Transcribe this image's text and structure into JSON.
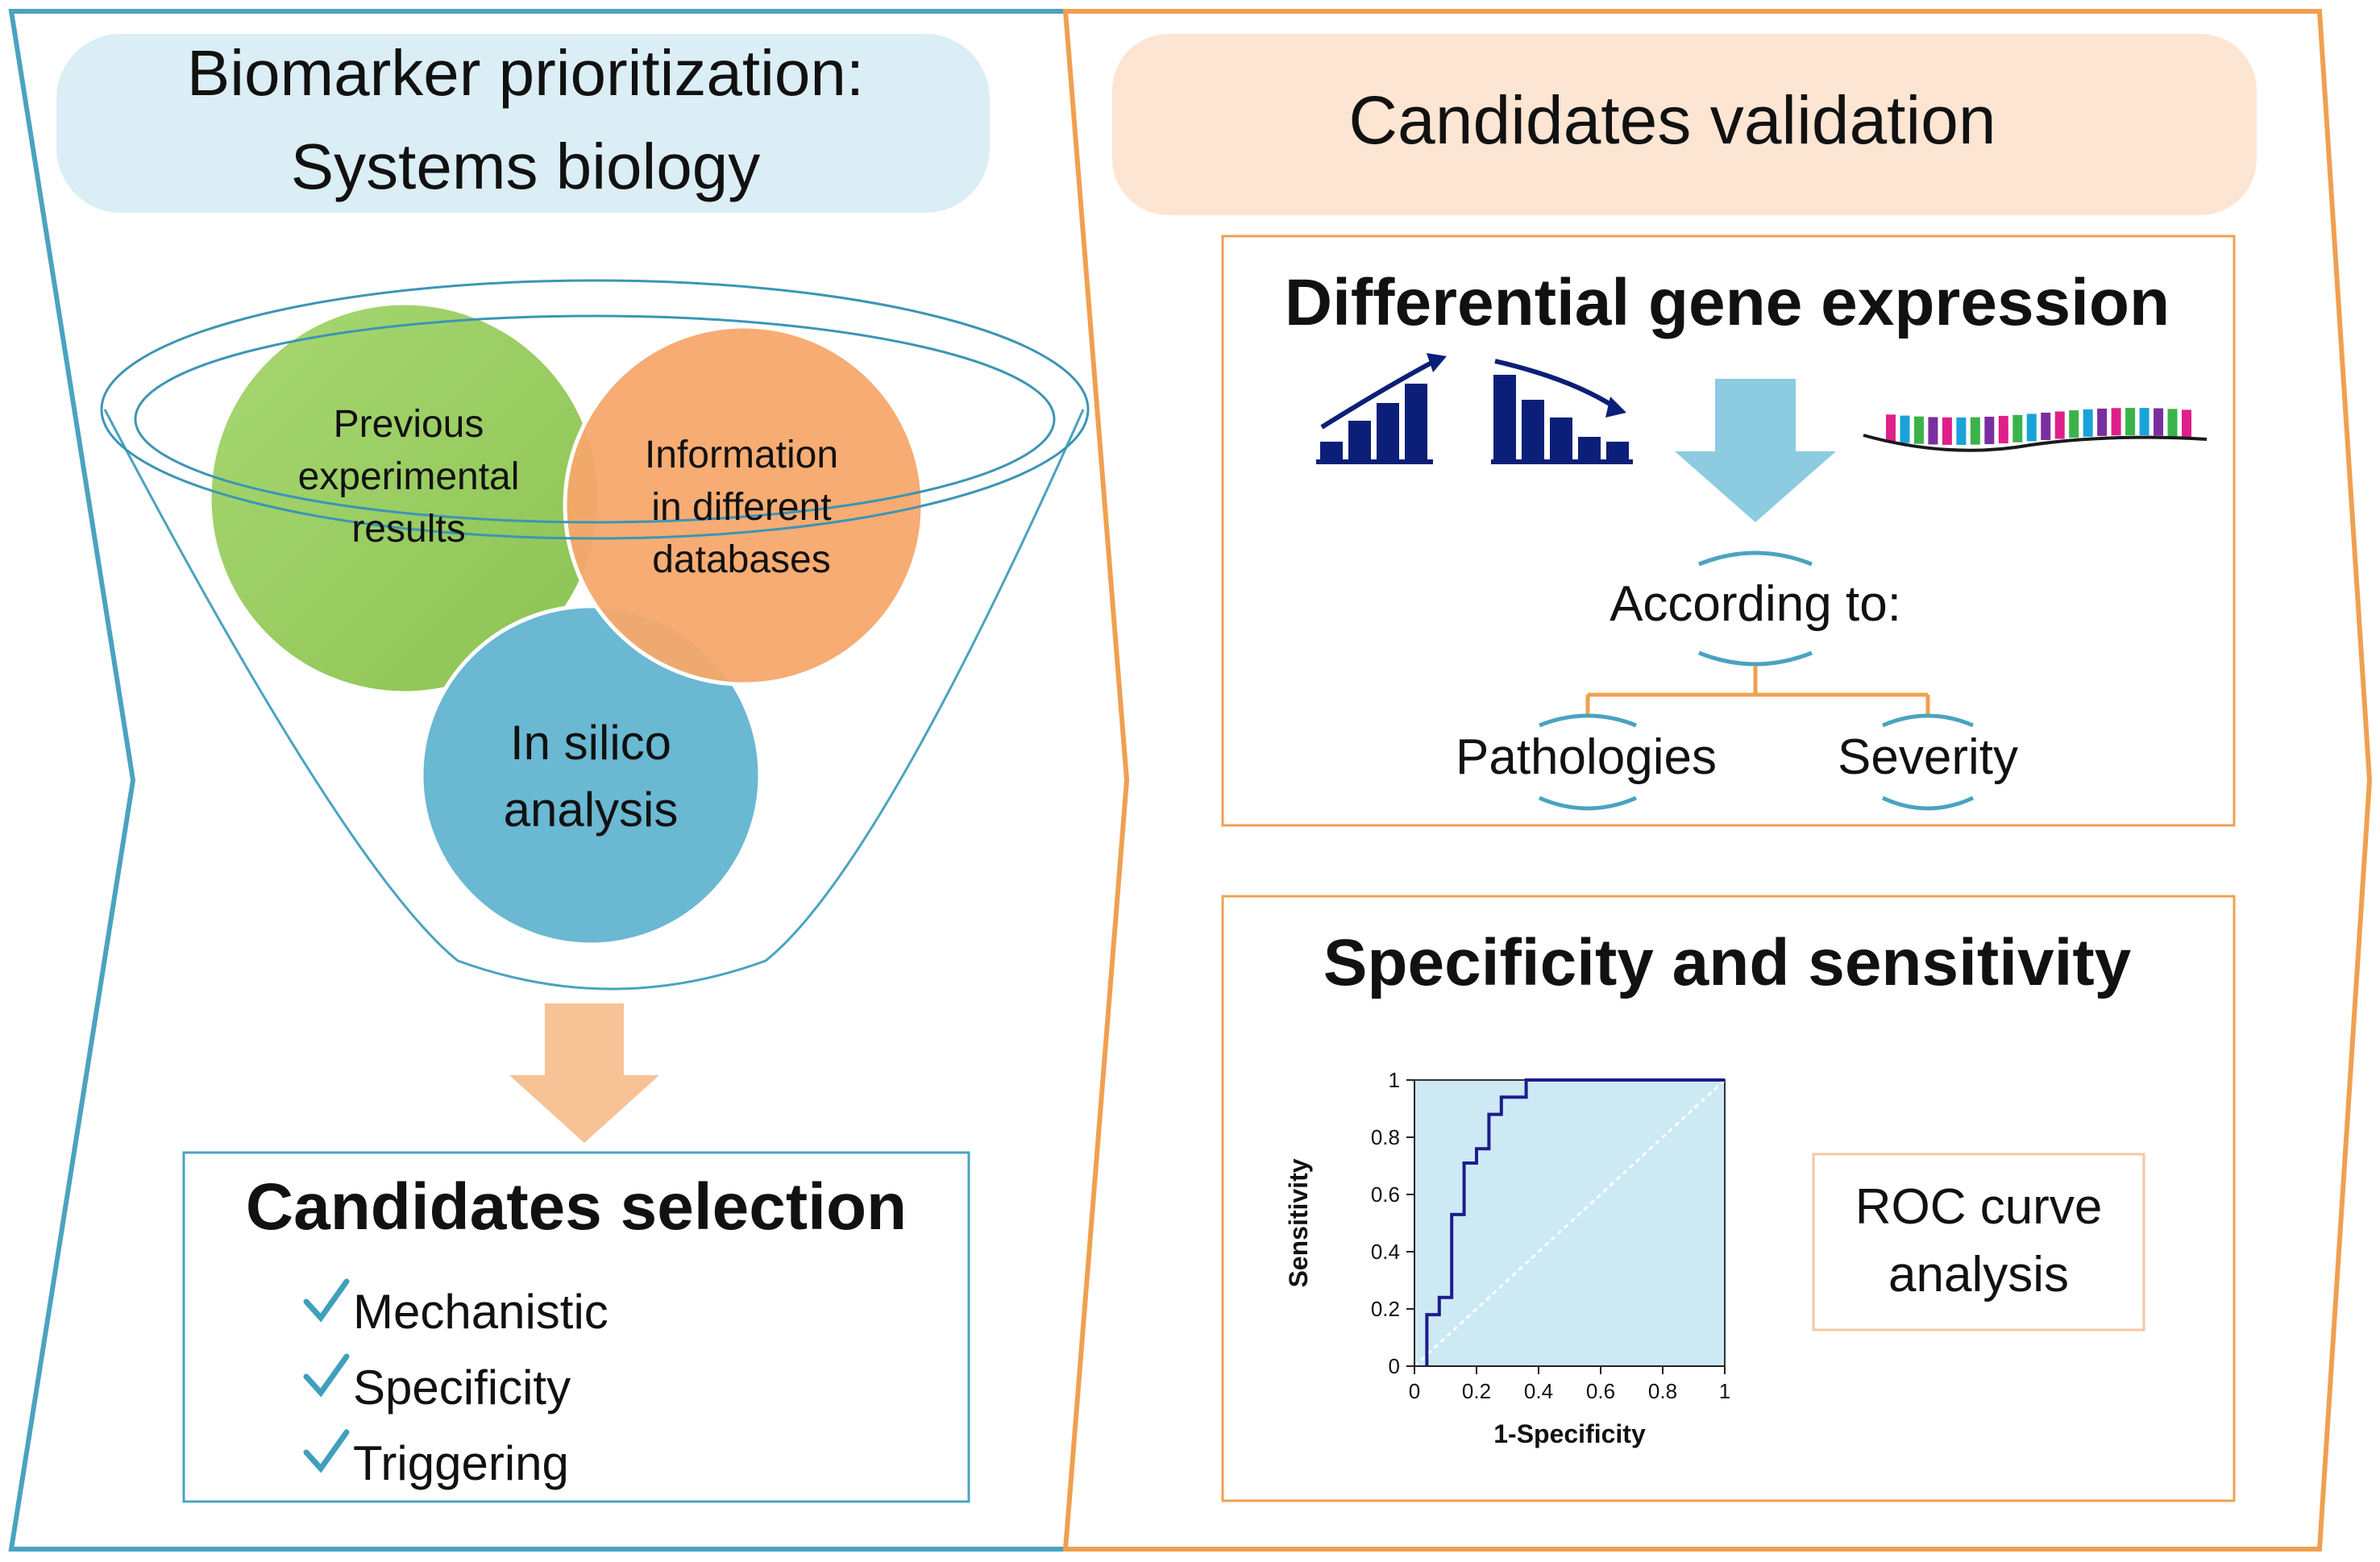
{
  "left_panel": {
    "title_line1": "Biomarker prioritization:",
    "title_line2": "Systems biology",
    "circles": {
      "previous": [
        "Previous",
        "experimental",
        "results"
      ],
      "information": [
        "Information",
        "in different",
        "databases"
      ],
      "insilico": [
        "In silico",
        "analysis"
      ]
    },
    "selection": {
      "title": "Candidates selection",
      "items": [
        "Mechanistic",
        "Specificity",
        "Triggering"
      ]
    }
  },
  "right_panel": {
    "title": "Candidates validation",
    "dge": {
      "title": "Differential gene expression",
      "according": "According to:",
      "branches": [
        "Pathologies",
        "Severity"
      ]
    },
    "spec": {
      "title": "Specificity and sensitivity",
      "roc_box": [
        "ROC curve",
        "analysis"
      ]
    }
  },
  "chart_data": {
    "type": "line",
    "xlabel": "1-Specificity",
    "ylabel": "Sensitivity",
    "xlim": [
      0,
      1
    ],
    "ylim": [
      0,
      1
    ],
    "x_ticks": [
      "0",
      "0.2",
      "0.4",
      "0.6",
      "0.8",
      "1"
    ],
    "y_ticks": [
      "0",
      "0.2",
      "0.4",
      "0.6",
      "0.8",
      "1"
    ],
    "series": [
      {
        "x": [
          0.04,
          0.04,
          0.08,
          0.08,
          0.12,
          0.12,
          0.16,
          0.16,
          0.2,
          0.2,
          0.24,
          0.24,
          0.28,
          0.28,
          0.36,
          0.36,
          1.0
        ],
        "y": [
          0.0,
          0.18,
          0.18,
          0.24,
          0.24,
          0.53,
          0.53,
          0.71,
          0.71,
          0.76,
          0.76,
          0.88,
          0.88,
          0.94,
          0.94,
          1.0,
          1.0
        ]
      }
    ],
    "reference_line": {
      "x": [
        0,
        1
      ],
      "y": [
        0,
        1
      ]
    },
    "colors": {
      "curve": "#1c1c8c",
      "fill": "#cde9f4",
      "reference": "#ffffff"
    }
  },
  "colors": {
    "blue_border": "#4aa3c0",
    "orange_border": "#f0a050",
    "header_blue": "#dbeef5",
    "header_orange": "#fde5d3",
    "green_circle": "#9fd06a",
    "orange_circle": "#f5a86c",
    "blue_circle": "#6ab8d2",
    "arrow_orange": "#f7c295",
    "arrow_blue": "#8ccbe0",
    "check": "#3f9fbd",
    "icon_navy": "#0c1f78"
  }
}
